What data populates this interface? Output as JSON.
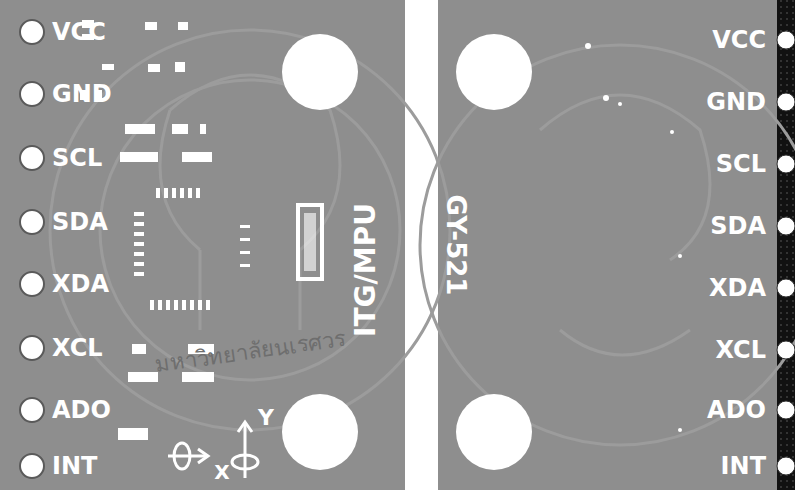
{
  "diagram": {
    "labels": [
      "VCC",
      "GND",
      "SCL",
      "SDA",
      "XDA",
      "XCL",
      "ADO",
      "INT",
      "ITG/MPU",
      "X",
      "Y",
      "GY-521",
      "VCC",
      "GND",
      "SCL",
      "SDA",
      "XDA",
      "XCL",
      "ADO",
      "INT",
      "มหาวิทยาลัยนเรศวร"
    ]
  }
}
